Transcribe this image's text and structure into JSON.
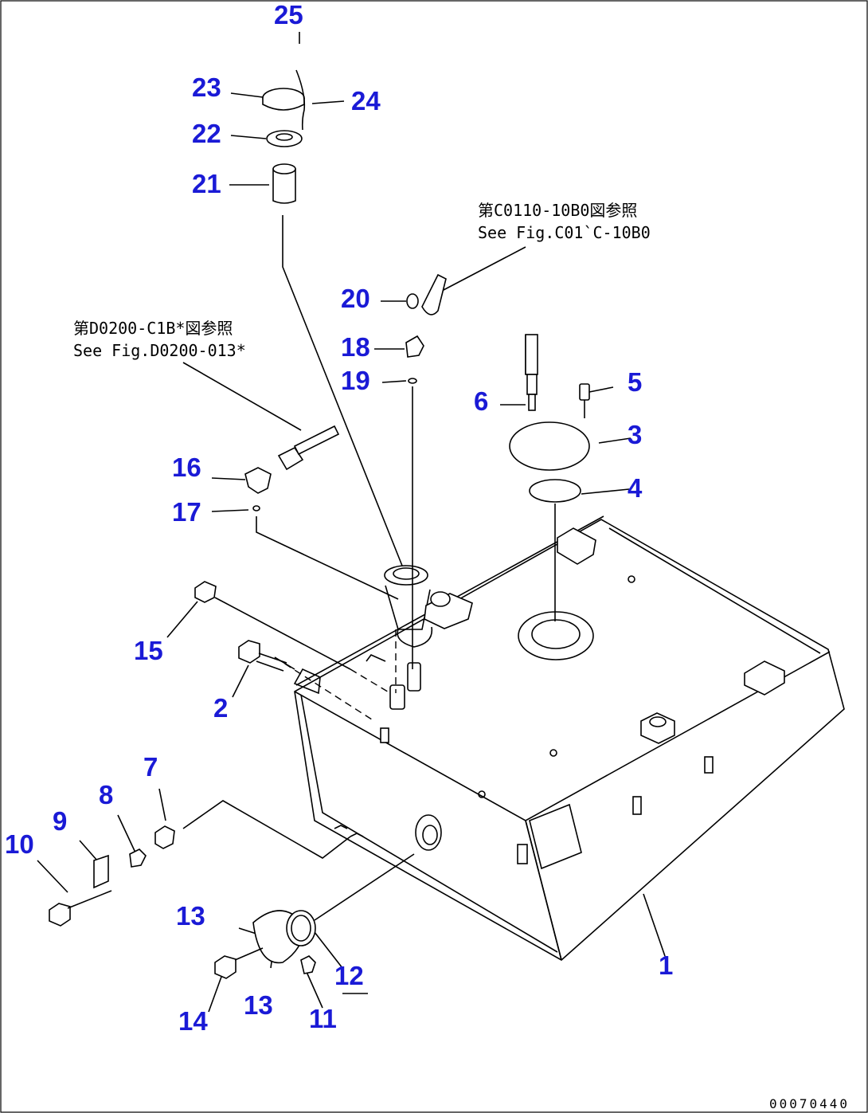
{
  "callouts": {
    "p1": "1",
    "p2": "2",
    "p3": "3",
    "p4": "4",
    "p5": "5",
    "p6": "6",
    "p7": "7",
    "p8": "8",
    "p9": "9",
    "p10": "10",
    "p11": "11",
    "p12": "12",
    "p13a": "13",
    "p13b": "13",
    "p14": "14",
    "p15": "15",
    "p16": "16",
    "p17": "17",
    "p18": "18",
    "p19": "19",
    "p20": "20",
    "p21": "21",
    "p22": "22",
    "p23": "23",
    "p24": "24",
    "p25": "25"
  },
  "notes": {
    "ref_c0110_jp": "第C0110-10B0図参照",
    "ref_c0110_en": "See Fig.C01`C-10B0",
    "ref_d0200_jp": "第D0200-C1B*図参照",
    "ref_d0200_en": "See Fig.D0200-013*"
  },
  "figure_number": "00070440",
  "colors": {
    "callout": "#1a1ad6",
    "line": "#000000",
    "background": "#ffffff"
  }
}
